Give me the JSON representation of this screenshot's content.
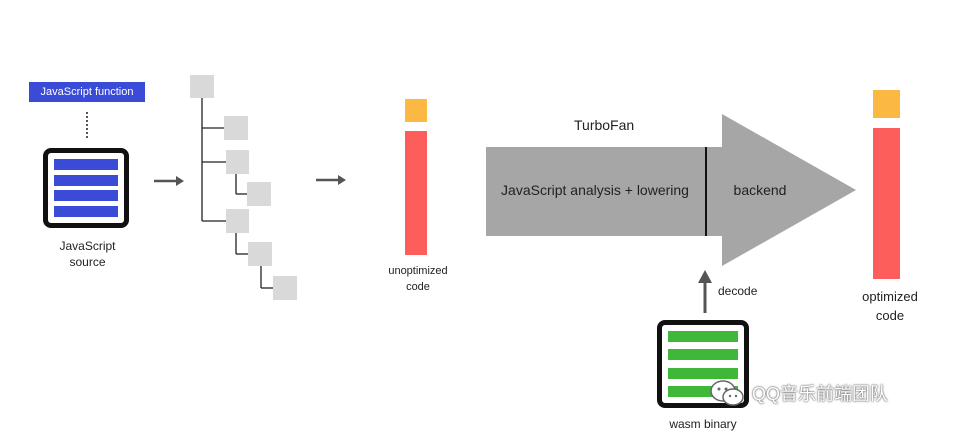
{
  "labels": {
    "js_function": "JavaScript function",
    "js_source_line1": "JavaScript",
    "js_source_line2": "source",
    "unoptimized_line1": "unoptimized",
    "unoptimized_line2": "code",
    "turbofan": "TurboFan",
    "analysis": "JavaScript analysis + lowering",
    "backend": "backend",
    "decode": "decode",
    "optimized_line1": "optimized",
    "optimized_line2": "code",
    "wasm_binary": "wasm binary"
  },
  "watermark": {
    "text": "QQ音乐前端团队",
    "icon": "wechat-icon"
  },
  "colors": {
    "js_blue": "#3a4bd8",
    "wasm_green": "#3fb83a",
    "code_orange": "#fbb843",
    "code_red": "#fd5e5c",
    "pipeline_gray": "#a6a6a6",
    "ast_node_gray": "#d9d9d9"
  }
}
